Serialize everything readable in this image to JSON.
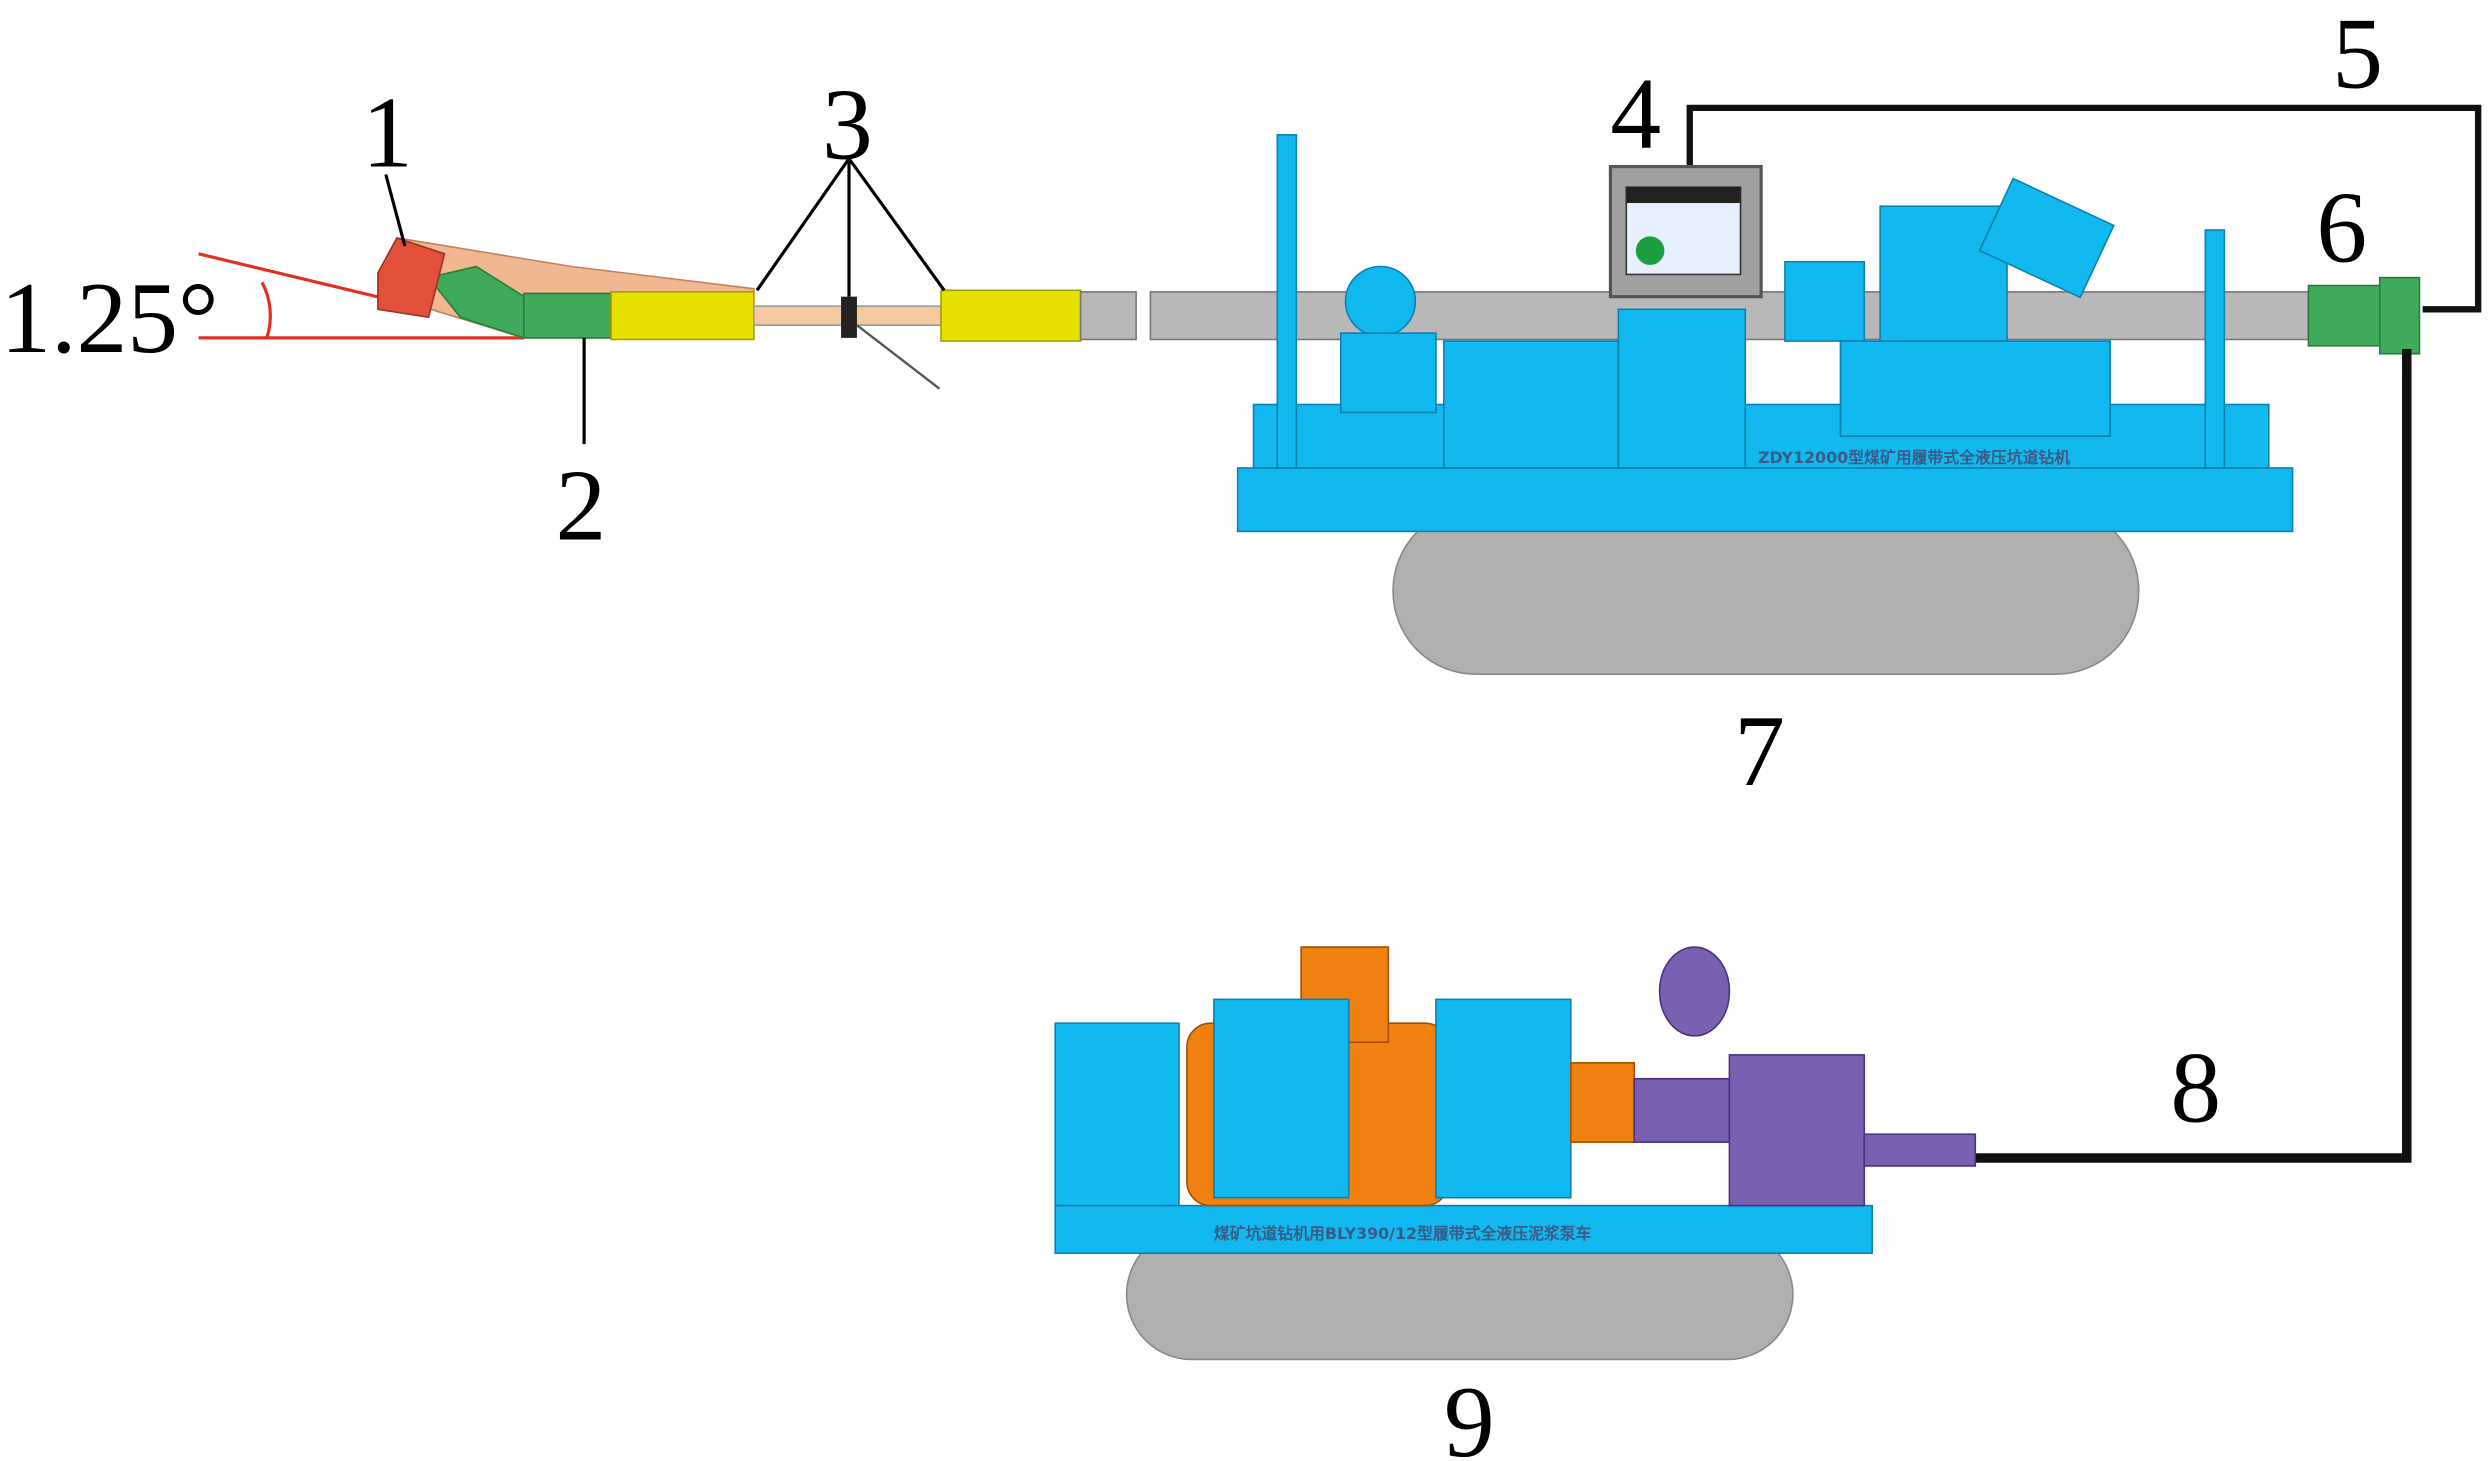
{
  "labels": {
    "n1": "1",
    "n2": "2",
    "n3": "3",
    "n4": "4",
    "n5": "5",
    "n6": "6",
    "n7": "7",
    "n8": "8",
    "n9": "9",
    "angle": "1.25°"
  },
  "plates": {
    "drill_rig": "ZDY12000型煤矿用履带式全液压坑道钻机",
    "pump_truck": "煤矿坑道钻机用BLY390/12型履带式全液压泥浆泵车"
  },
  "colors": {
    "machine_blue": "#12b9f0",
    "track_gray": "#b0b0b0",
    "drill_yellow": "#e8e000",
    "motor_green": "#3faa5a",
    "bit_red": "#e0503a",
    "pump_orange": "#f08010",
    "pump_purple": "#7a60b0",
    "pipe_gray": "#b8b8b8"
  }
}
